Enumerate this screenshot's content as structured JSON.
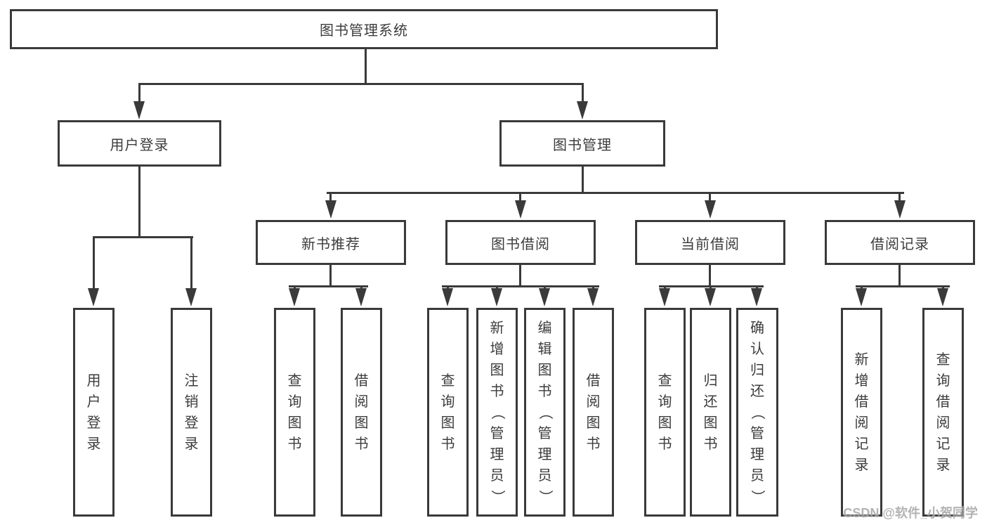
{
  "diagram_type": "functional-structure-tree",
  "colors": {
    "line": "#3a3a3a",
    "text": "#3c3c3c",
    "watermark": "#a6a6ab",
    "background": "#ffffff"
  },
  "watermark": "CSDN @软件_小贺同学",
  "tree": {
    "label": "图书管理系统",
    "children": [
      {
        "label": "用户登录",
        "children": [
          {
            "label": "用户登录"
          },
          {
            "label": "注销登录"
          }
        ]
      },
      {
        "label": "图书管理",
        "children": [
          {
            "label": "新书推荐",
            "children": [
              {
                "label": "查询图书"
              },
              {
                "label": "借阅图书"
              }
            ]
          },
          {
            "label": "图书借阅",
            "children": [
              {
                "label": "查询图书"
              },
              {
                "label": "新增图书（管理员）"
              },
              {
                "label": "编辑图书（管理员）"
              },
              {
                "label": "借阅图书"
              }
            ]
          },
          {
            "label": "当前借阅",
            "children": [
              {
                "label": "查询图书"
              },
              {
                "label": "归还图书"
              },
              {
                "label": "确认归还（管理员）"
              }
            ]
          },
          {
            "label": "借阅记录",
            "children": [
              {
                "label": "新增借阅记录"
              },
              {
                "label": "查询借阅记录"
              }
            ]
          }
        ]
      }
    ]
  }
}
